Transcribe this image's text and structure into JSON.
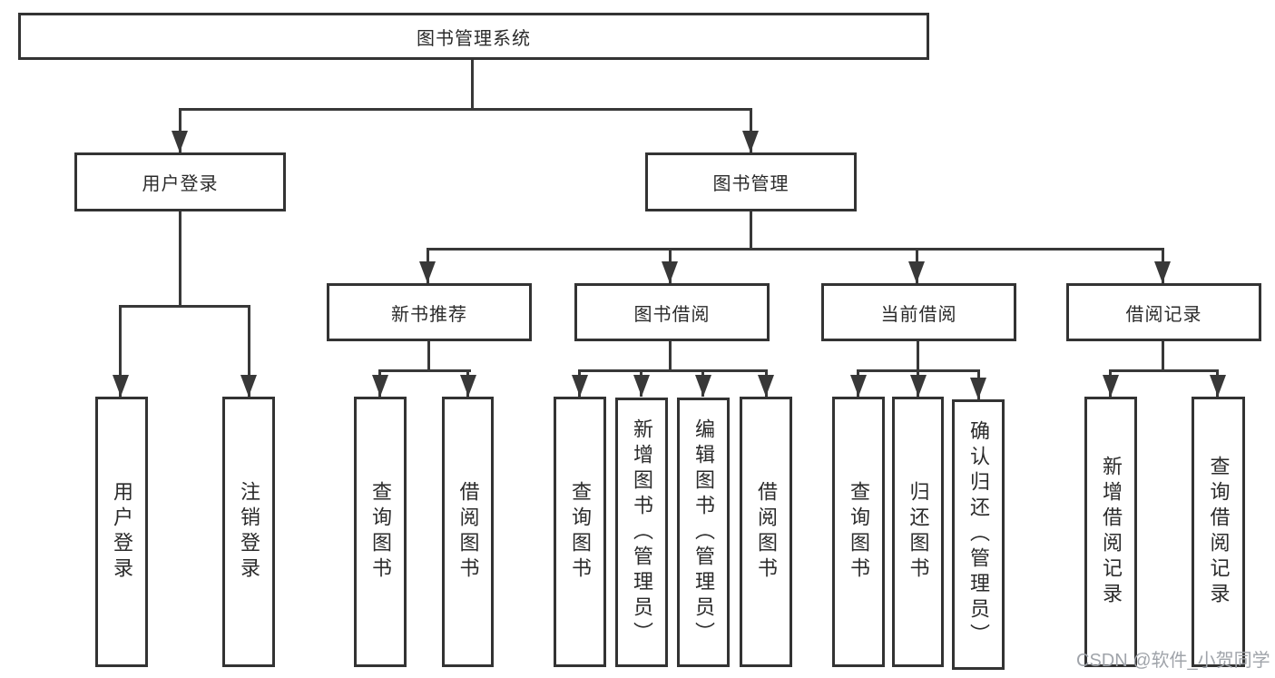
{
  "diagram": {
    "type": "hierarchy-tree",
    "colors": {
      "box_border": "#333333",
      "connector_line": "#383838",
      "text": "#2b2b2b",
      "watermark_text": "#a0a4aa",
      "background": "#ffffff"
    },
    "tree": {
      "root": {
        "label": "图书管理系统",
        "children": [
          {
            "label": "用户登录",
            "children": [
              {
                "label": "用户登录"
              },
              {
                "label": "注销登录"
              }
            ]
          },
          {
            "label": "图书管理",
            "children": [
              {
                "label": "新书推荐",
                "children": [
                  {
                    "label": "查询图书"
                  },
                  {
                    "label": "借阅图书"
                  }
                ]
              },
              {
                "label": "图书借阅",
                "children": [
                  {
                    "label": "查询图书"
                  },
                  {
                    "label": "新增图书（管理员）"
                  },
                  {
                    "label": "编辑图书（管理员）"
                  },
                  {
                    "label": "借阅图书"
                  }
                ]
              },
              {
                "label": "当前借阅",
                "children": [
                  {
                    "label": "查询图书"
                  },
                  {
                    "label": "归还图书"
                  },
                  {
                    "label": "确认归还（管理员）"
                  }
                ]
              },
              {
                "label": "借阅记录",
                "children": [
                  {
                    "label": "新增借阅记录"
                  },
                  {
                    "label": "查询借阅记录"
                  }
                ]
              }
            ]
          }
        ]
      }
    },
    "watermark": {
      "text": "CSDN @软件_小贺同学"
    }
  }
}
